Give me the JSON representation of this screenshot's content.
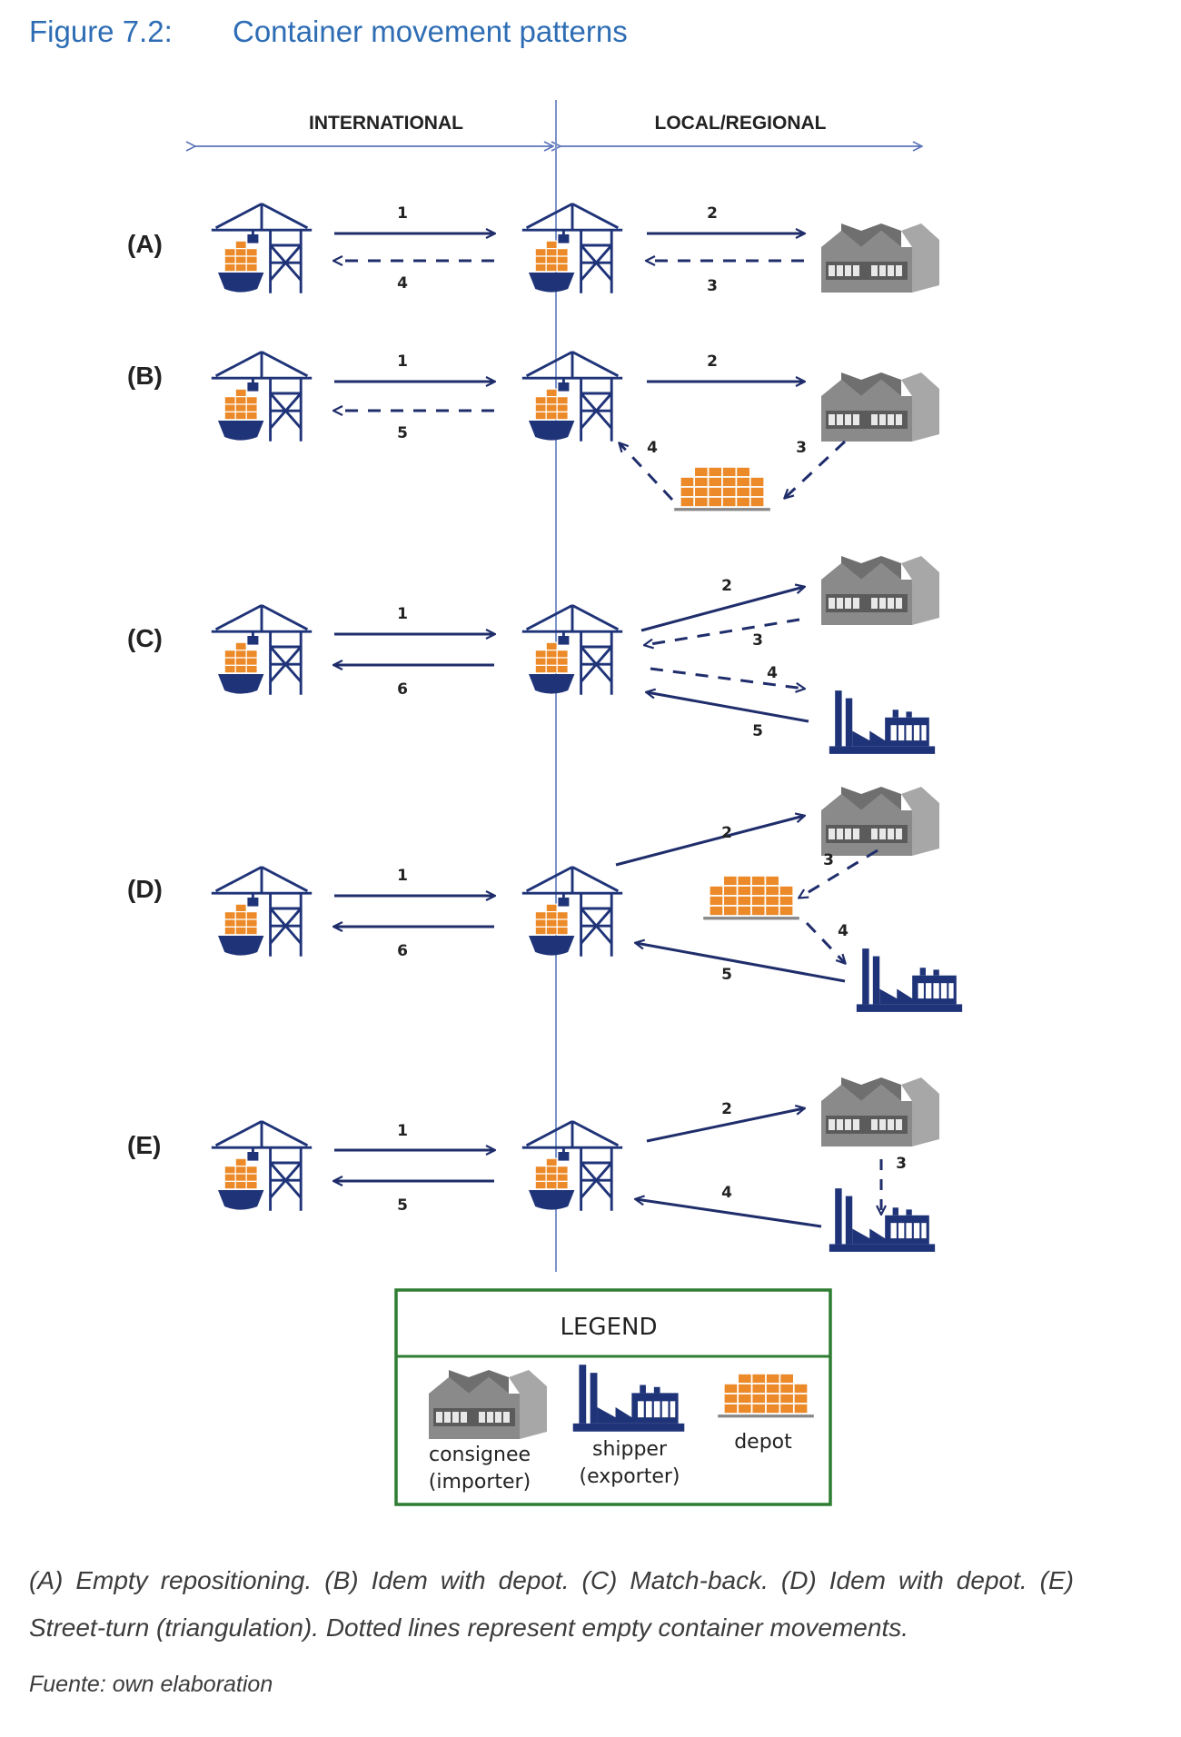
{
  "figure": {
    "number": "Figure 7.2:",
    "title": "Container movement patterns"
  },
  "headers": {
    "international": "INTERNATIONAL",
    "local": "LOCAL/REGIONAL"
  },
  "rows": [
    {
      "label": "(A)",
      "arrows": [
        {
          "from": "origin_port",
          "to": "local_port",
          "label": "1",
          "empty": false
        },
        {
          "from": "local_port",
          "to": "origin_port",
          "label": "4",
          "empty": true
        },
        {
          "from": "local_port",
          "to": "consignee",
          "label": "2",
          "empty": false
        },
        {
          "from": "consignee",
          "to": "local_port",
          "label": "3",
          "empty": true
        }
      ]
    },
    {
      "label": "(B)",
      "arrows": [
        {
          "from": "origin_port",
          "to": "local_port",
          "label": "1",
          "empty": false
        },
        {
          "from": "local_port",
          "to": "origin_port",
          "label": "5",
          "empty": true
        },
        {
          "from": "local_port",
          "to": "consignee",
          "label": "2",
          "empty": false
        },
        {
          "from": "consignee",
          "to": "depot",
          "label": "3",
          "empty": true
        },
        {
          "from": "depot",
          "to": "local_port",
          "label": "4",
          "empty": true
        }
      ]
    },
    {
      "label": "(C)",
      "arrows": [
        {
          "from": "origin_port",
          "to": "local_port",
          "label": "1",
          "empty": false
        },
        {
          "from": "local_port",
          "to": "origin_port",
          "label": "6",
          "empty": false
        },
        {
          "from": "local_port",
          "to": "consignee",
          "label": "2",
          "empty": false
        },
        {
          "from": "consignee",
          "to": "local_port",
          "label": "3",
          "empty": true
        },
        {
          "from": "local_port",
          "to": "shipper",
          "label": "4",
          "empty": true
        },
        {
          "from": "shipper",
          "to": "local_port",
          "label": "5",
          "empty": false
        }
      ]
    },
    {
      "label": "(D)",
      "arrows": [
        {
          "from": "origin_port",
          "to": "local_port",
          "label": "1",
          "empty": false
        },
        {
          "from": "local_port",
          "to": "origin_port",
          "label": "6",
          "empty": false
        },
        {
          "from": "local_port",
          "to": "consignee",
          "label": "2",
          "empty": false
        },
        {
          "from": "consignee",
          "to": "depot",
          "label": "3",
          "empty": true
        },
        {
          "from": "depot",
          "to": "shipper",
          "label": "4",
          "empty": true
        },
        {
          "from": "shipper",
          "to": "local_port",
          "label": "5",
          "empty": false
        }
      ]
    },
    {
      "label": "(E)",
      "arrows": [
        {
          "from": "origin_port",
          "to": "local_port",
          "label": "1",
          "empty": false
        },
        {
          "from": "local_port",
          "to": "origin_port",
          "label": "5",
          "empty": false
        },
        {
          "from": "local_port",
          "to": "consignee",
          "label": "2",
          "empty": false
        },
        {
          "from": "consignee",
          "to": "shipper",
          "label": "3",
          "empty": true
        },
        {
          "from": "shipper",
          "to": "local_port",
          "label": "4",
          "empty": false
        }
      ]
    }
  ],
  "legend": {
    "title": "LEGEND",
    "consignee": [
      "consignee",
      "(importer)"
    ],
    "shipper": [
      "shipper",
      "(exporter)"
    ],
    "depot": "depot"
  },
  "caption": "(A) Empty repositioning. (B) Idem with depot. (C) Match-back. (D) Idem with depot. (E) Street-turn (triangulation). Dotted lines represent empty container movements.",
  "source": "Fuente: own elaboration",
  "colors": {
    "title": "#2e6db4",
    "arrow": "#1f2d6b",
    "divider": "#7c93c9",
    "legend_border": "#2e7d32",
    "container": "#ec8a2a",
    "building": "#8a8a8a",
    "factory": "#1f3378"
  }
}
